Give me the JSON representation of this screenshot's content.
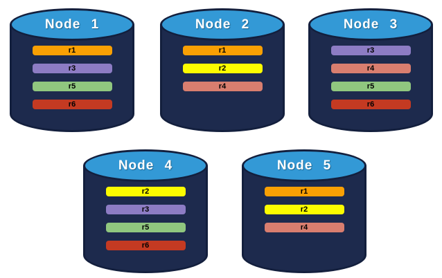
{
  "diagram": {
    "description_label": "database-nodes-replica-distribution"
  },
  "colors": {
    "page_background": "#ffffff",
    "cylinder_body": "#1d2a4d",
    "cylinder_outline": "#131f3d",
    "cylinder_top": "#3399d6",
    "node_title_text": "#ffffff",
    "bar_text": "#000000",
    "replicas": {
      "r1": "#f9a004",
      "r2": "#fcfc00",
      "r3": "#8d7cc4",
      "r4": "#d97e6f",
      "r5": "#90c77f",
      "r6": "#c43a22"
    }
  },
  "nodes": [
    {
      "label": "Node 1",
      "replicas": [
        "r1",
        "r3",
        "r5",
        "r6"
      ]
    },
    {
      "label": "Node 2",
      "replicas": [
        "r1",
        "r2",
        "r4"
      ]
    },
    {
      "label": "Node 3",
      "replicas": [
        "r3",
        "r4",
        "r5",
        "r6"
      ]
    },
    {
      "label": "Node 4",
      "replicas": [
        "r2",
        "r3",
        "r5",
        "r6"
      ]
    },
    {
      "label": "Node 5",
      "replicas": [
        "r1",
        "r2",
        "r4"
      ]
    }
  ]
}
